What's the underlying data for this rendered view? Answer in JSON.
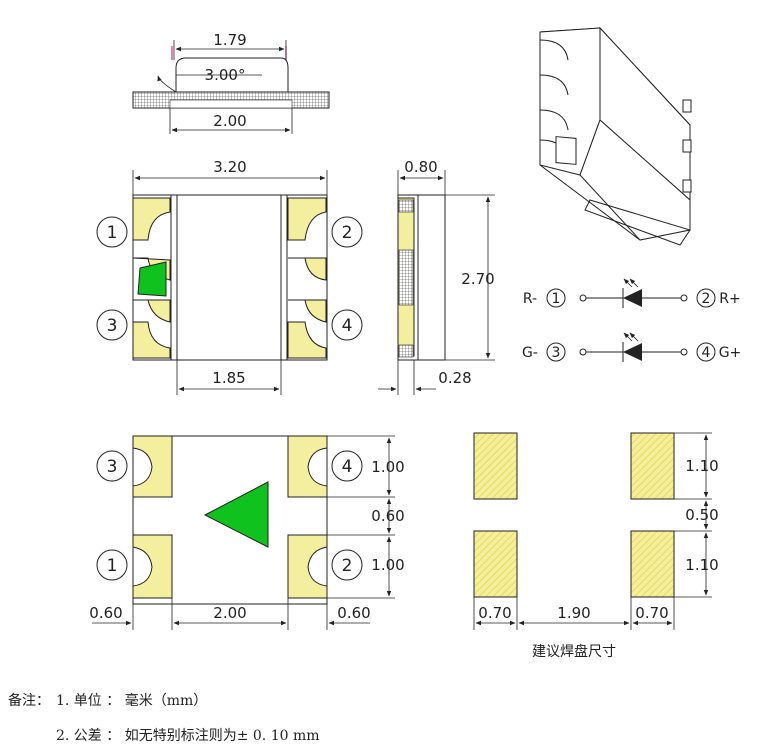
{
  "dimensions": {
    "top_width_upper": "1.79",
    "top_angle": "3.00°",
    "top_width_lower": "2.00",
    "body_length": "3.20",
    "window_width": "1.85",
    "side_thickness": "0.80",
    "side_height": "2.70",
    "side_offset": "0.28",
    "pad_height_upper": "1.00",
    "pad_gap": "0.60",
    "pad_height_lower": "1.00",
    "edge_left": "0.60",
    "center_span": "2.00",
    "edge_right": "0.60",
    "land_height_upper": "1.10",
    "land_gap": "0.50",
    "land_height_lower": "1.10",
    "land_width_left": "0.70",
    "land_span": "1.90",
    "land_width_right": "0.70"
  },
  "pins": {
    "p1": "1",
    "p2": "2",
    "p3": "3",
    "p4": "4"
  },
  "circuit": {
    "red": {
      "minus": "R-",
      "plus": "R+",
      "pin_a": "1",
      "pin_b": "2"
    },
    "green": {
      "minus": "G-",
      "plus": "G+",
      "pin_a": "3",
      "pin_b": "4"
    }
  },
  "captions": {
    "land_pattern": "建议焊盘尺寸"
  },
  "notes": {
    "prefix": "备注：",
    "line1": "1. 单位 ： 毫米（mm）",
    "line2": "2. 公差 ： 如无特别标注则为± 0. 10 mm"
  },
  "colors": {
    "pad": "#f4ef9e",
    "hatch": "#e9dc5c",
    "green_mark": "#10c21e",
    "dim_line": "#222222",
    "pink_mark": "#e8208c"
  }
}
